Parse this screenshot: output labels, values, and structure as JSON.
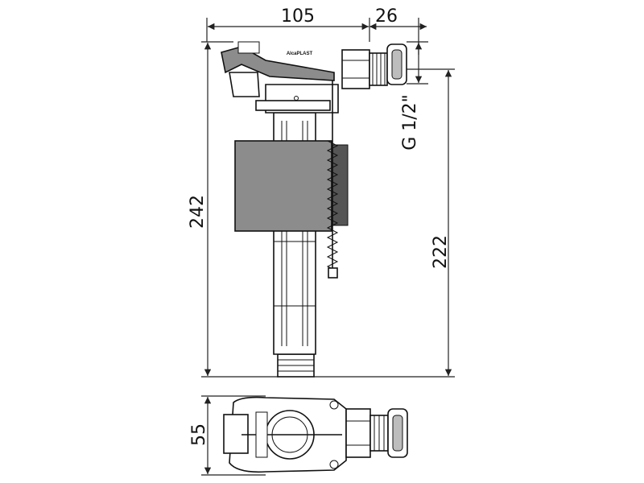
{
  "dimensions": {
    "width_top": "105",
    "inlet_length": "26",
    "thread": "G 1/2\"",
    "total_height": "242",
    "inlet_height": "222",
    "depth": "55"
  },
  "brand_mark": "AlcaPLAST",
  "colors": {
    "float_fill": "#8c8c8c",
    "body_fill": "#ffffff",
    "stroke": "#111111",
    "grey_part": "#bdbdbd",
    "dark_part": "#555555"
  }
}
